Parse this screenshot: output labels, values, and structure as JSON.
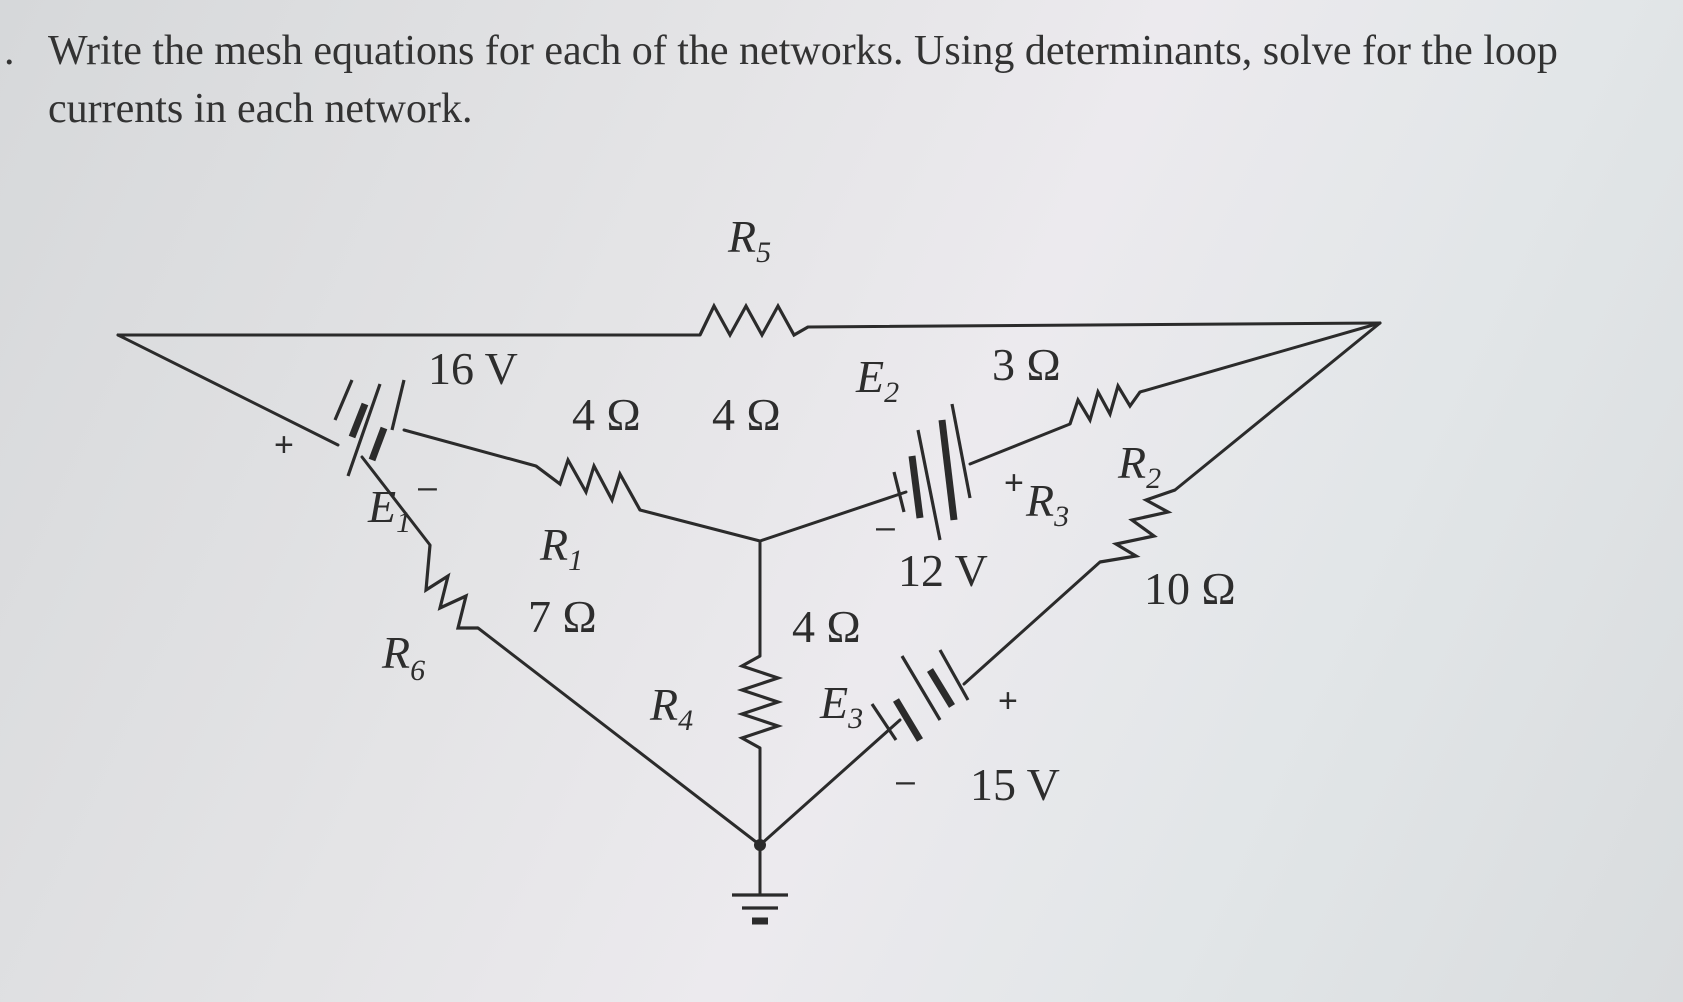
{
  "problem": {
    "bullet": ".",
    "line1": "Write the mesh equations for each of the networks. Using determinants, solve for the loop",
    "line2": "currents in each network."
  },
  "circuit": {
    "R5": {
      "letter": "R",
      "sub": "5",
      "value": "4 Ω"
    },
    "R1": {
      "letter": "R",
      "sub": "1",
      "value": "4 Ω"
    },
    "R6": {
      "letter": "R",
      "sub": "6",
      "value": "7 Ω"
    },
    "R4": {
      "letter": "R",
      "sub": "4",
      "value": "4 Ω"
    },
    "R3": {
      "letter": "R",
      "sub": "3",
      "value": "3 Ω"
    },
    "R2": {
      "letter": "R",
      "sub": "2",
      "value": "10 Ω"
    },
    "E1": {
      "letter": "E",
      "sub": "1",
      "value": "16 V",
      "plus": "+",
      "minus": "–"
    },
    "E2": {
      "letter": "E",
      "sub": "2",
      "value": "12 V",
      "plus": "+",
      "minus": "–"
    },
    "E3": {
      "letter": "E",
      "sub": "3",
      "value": "15 V",
      "plus": "+",
      "minus": "–"
    }
  }
}
